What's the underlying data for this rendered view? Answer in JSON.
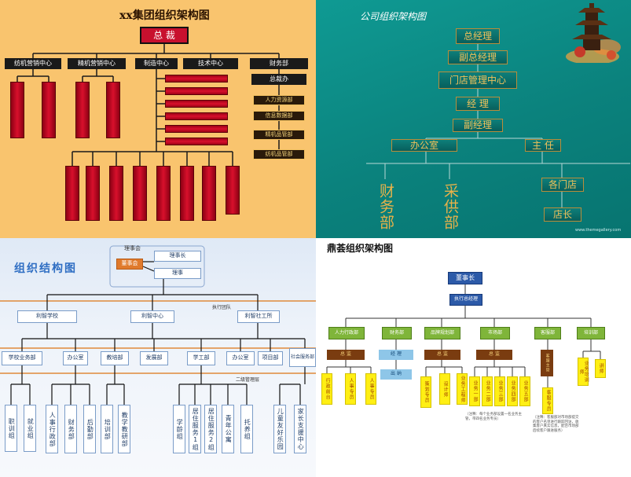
{
  "q1": {
    "title": "xx集团组织架构图",
    "top": "总  裁",
    "depts": [
      "纺机营销中心",
      "精机营销中心",
      "制造中心",
      "技术中心",
      "财务部"
    ],
    "finance_sub": "总裁办",
    "tech_subs": [
      "人力资源部",
      "信息数据部",
      "精机品管部",
      "纺机品管部"
    ]
  },
  "q2": {
    "title": "公司组织架构图",
    "levels": [
      "总经理",
      "副总经理",
      "门店管理中心",
      "经  理",
      "副经理"
    ],
    "office": "办公室",
    "director": "主  任",
    "finance": "财务部",
    "purchase": "采供部",
    "store_mgr": "各门店",
    "store_head": "店长",
    "watermark": "www.themegallery.com"
  },
  "q3": {
    "title": "组织结构图",
    "board_label": "理事会",
    "board": "董事会",
    "chair": "理事长",
    "director": "理事",
    "exec_team": "执行团队",
    "branches": [
      "利智学校",
      "利智中心",
      "利智社工所"
    ],
    "level2_label": "二级管理层",
    "units": [
      "学校业务部",
      "办公室",
      "教培部",
      "发展部",
      "学工部",
      "办公室",
      "项目部",
      "社会服务部"
    ],
    "leaves": [
      "职训组",
      "就业组",
      "人事行政部",
      "财务部",
      "后勤部",
      "培训部",
      "教学教研部",
      "学龄组",
      "居住服务1组",
      "居住服务2组",
      "青年公寓",
      "托养组",
      "儿童友好乐园",
      "家长支援中心"
    ]
  },
  "q4": {
    "title": "鼎荟组织架构图",
    "chair": "董事长",
    "gm": "执行总经理",
    "depts": [
      "人力行政部",
      "财务部",
      "品牌规划部",
      "市场部",
      "客服部",
      "培训部"
    ],
    "hr_head": "总  监",
    "fin_head": "经  理",
    "fin_sub": "出  纳",
    "brand_head": "总  监",
    "market_head": "总  监",
    "hr_leaves": [
      "行政前台",
      "人事专员",
      "人事专员"
    ],
    "brand_leaves": [
      "策划专员",
      "设计师",
      "业务工程师"
    ],
    "market_leaves": [
      "业务一部",
      "业务二部",
      "业务三部",
      "业务四部",
      "业务五部"
    ],
    "cs_head": "客服主管",
    "cs_leaf": "客服专员",
    "train_leaves": [
      "业务培训师",
      "讲师"
    ],
    "note1": "（注释：每个业务部设置一名业务主管，带四名业务专员）",
    "note2": "（注释：客服部对市场部提交的客户名单进行跟踪回访，收集客户真实信息，配合市场部后续客户跟进服务）"
  }
}
